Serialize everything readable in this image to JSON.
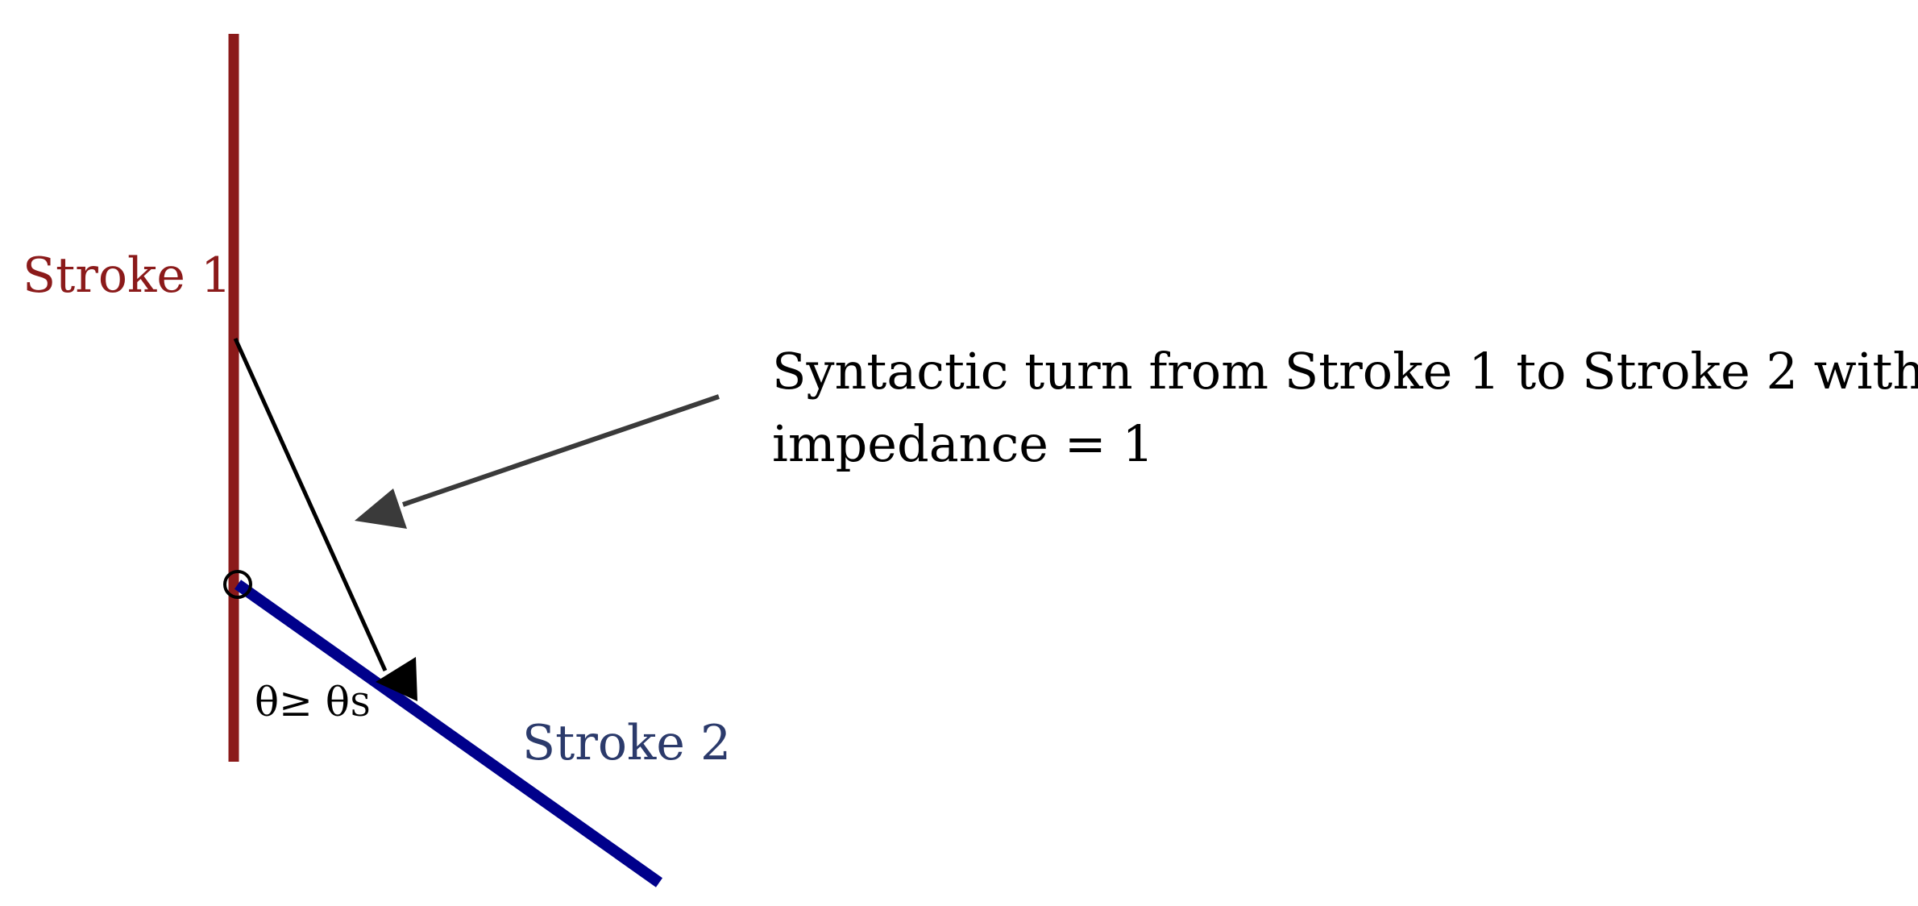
{
  "diagram": {
    "stroke1": {
      "label": "Stroke 1",
      "color": "#8b1a1a"
    },
    "stroke2": {
      "label": "Stroke 2",
      "color": "#00008b",
      "label_color": "#2b3a6b"
    },
    "angle": {
      "prefix": "θ≥ θ",
      "subscript": "S"
    },
    "annotation": {
      "line1": "Syntactic turn from Stroke 1 to Stroke 2 with",
      "line2": "impedance = 1",
      "arrow_color": "#3a3a3a"
    },
    "turn_arrow_color": "#000000",
    "junction_marker": "junction-circle"
  }
}
